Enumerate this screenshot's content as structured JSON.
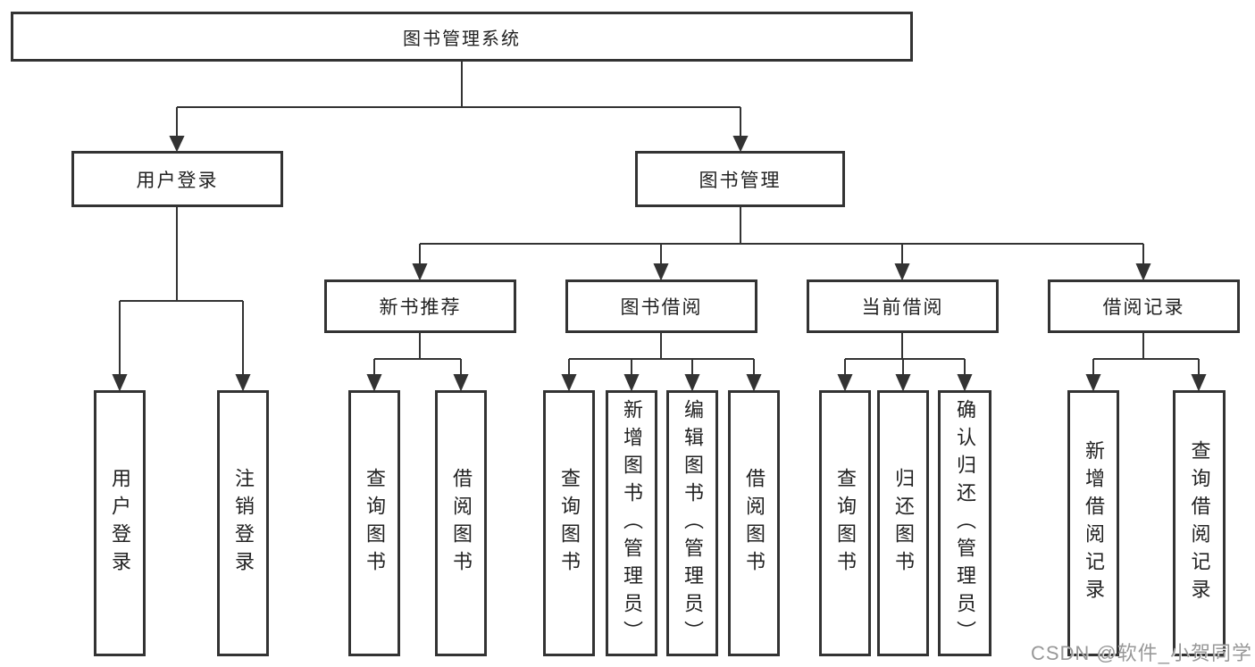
{
  "diagram": {
    "root": "图书管理系统",
    "level2": {
      "user_login": "用户登录",
      "book_mgmt": "图书管理"
    },
    "level3": {
      "new_books": "新书推荐",
      "borrowing": "图书借阅",
      "current": "当前借阅",
      "records": "借阅记录"
    },
    "leaves": {
      "user_login": [
        "用户登录",
        "注销登录"
      ],
      "new_books": [
        "查询图书",
        "借阅图书"
      ],
      "borrowing": [
        "查询图书",
        "新增图书（管理员）",
        "编辑图书（管理员）",
        "借阅图书"
      ],
      "current": [
        "查询图书",
        "归还图书",
        "确认归还（管理员）"
      ],
      "records": [
        "新增借阅记录",
        "查询借阅记录"
      ]
    },
    "watermark": "CSDN @软件_小贺同学",
    "colors": {
      "line": "#333333",
      "box_border": "#333333",
      "text": "#222222",
      "watermark": "#989898",
      "background": "#ffffff"
    }
  }
}
